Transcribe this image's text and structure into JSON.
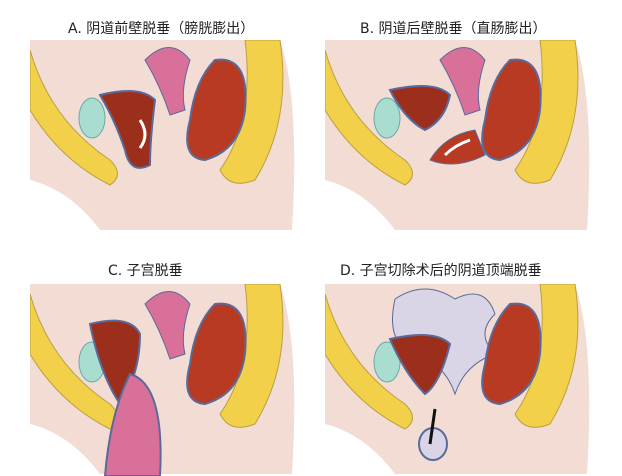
{
  "panels": [
    {
      "caption": "A. 阴道前壁脱垂（膀胱膨出）",
      "type": "anterior"
    },
    {
      "caption": "B. 阴道后壁脱垂（直肠膨出）",
      "type": "posterior"
    },
    {
      "caption": "C. 子宫脱垂",
      "type": "uterine"
    },
    {
      "caption": "D. 子宫切除术后的阴道顶端脱垂",
      "type": "vault"
    }
  ],
  "colors": {
    "skin": "#f3dcd4",
    "bone": "#f2d04a",
    "rectum": "#b83a22",
    "uterus": "#d8709a",
    "outline": "#5a6a9a",
    "bladder_inner": "#9c2e1c"
  }
}
